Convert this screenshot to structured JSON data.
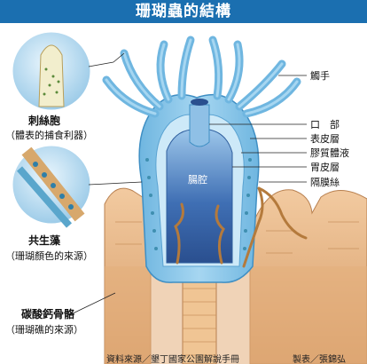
{
  "title": "珊瑚蟲的結構",
  "colors": {
    "title_bar": "#1b6fb0",
    "polyp_body": "#8ec9ea",
    "polyp_inner": "#cde9f8",
    "gut_cavity": "#3f6fb4",
    "skeleton": "#e8b98a",
    "zooxanthellae": "#3f8fb0",
    "mesentery": "#b47a3c"
  },
  "labels": {
    "tentacle": "觸手",
    "mouth": "口　部",
    "epidermis": "表皮層",
    "mesoglea": "膠質體液",
    "gastrodermis": "胃皮層",
    "mesenterial_filament": "隔膜絲",
    "gut_cavity": "腸腔",
    "nematocyst": "刺絲胞",
    "nematocyst_note": "（體表的捕食利器）",
    "zooxanthellae": "共生藻",
    "zooxanthellae_note": "（珊瑚顏色的來源）",
    "skeleton": "碳酸鈣骨骼",
    "skeleton_note": "（珊瑚礁的來源）"
  },
  "credits": {
    "source": "資料來源／墾丁國家公園解說手冊",
    "maker": "製表／張錦弘"
  }
}
